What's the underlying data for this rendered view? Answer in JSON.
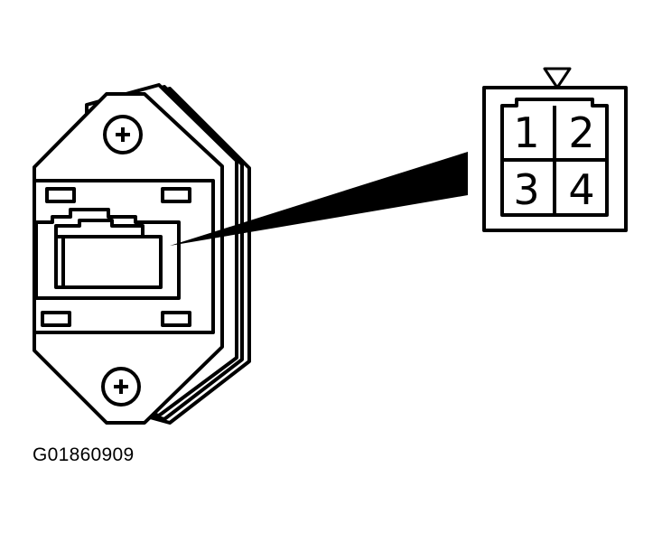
{
  "figure_id": "G01860909",
  "connector": {
    "pins": [
      "1",
      "2",
      "3",
      "4"
    ]
  },
  "colors": {
    "line": "#000000",
    "background": "#ffffff"
  }
}
